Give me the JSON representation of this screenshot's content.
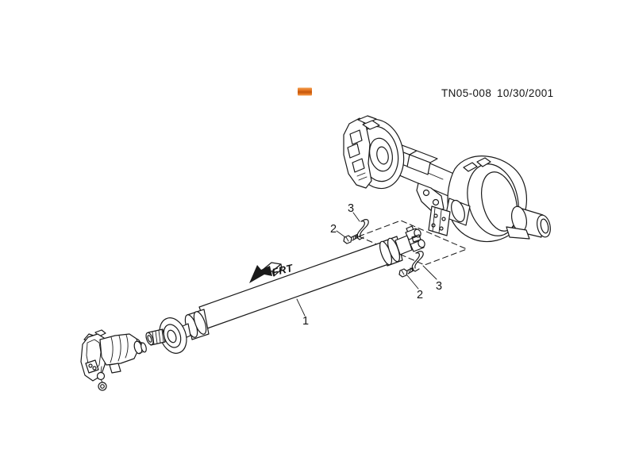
{
  "page": {
    "background_color": "#ffffff",
    "ink_color": "#1a1a1a"
  },
  "header": {
    "document_number": "TN05-008",
    "date": "10/30/2001"
  },
  "highlight_marker": {
    "color_light": "#f2a051",
    "color_mid": "#e4741f",
    "color_dark": "#c2560e"
  },
  "direction_indicator": {
    "label": "FRT"
  },
  "callouts": {
    "propeller_shaft": "1",
    "front_strap_bolt": "2",
    "front_strap": "3",
    "rear_strap_bolt": "2",
    "rear_strap": "3"
  }
}
